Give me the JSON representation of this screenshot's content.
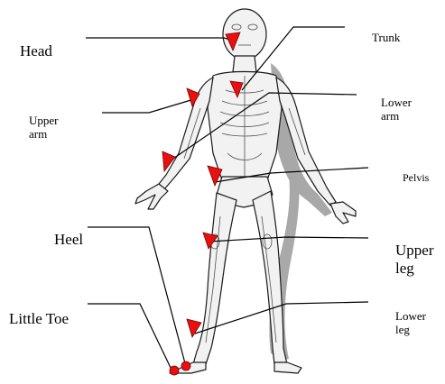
{
  "diagram": {
    "labels": {
      "head": "Head",
      "trunk": "Trunk",
      "upper_arm_1": "Upper",
      "upper_arm_2": "arm",
      "lower_arm_1": "Lower",
      "lower_arm_2": "arm",
      "pelvis": "Pelvis",
      "heel": "Heel",
      "upper_leg_1": "Upper",
      "upper_leg_2": "leg",
      "little_toe": "Little Toe",
      "lower_leg_1": "Lower",
      "lower_leg_2": "leg"
    },
    "colors": {
      "marker": "#e81010",
      "marker_outline": "#7a0000",
      "line": "#000000",
      "body_fill": "#f2f2f2",
      "body_outline": "#1a1a1a",
      "shadow": "#9a9a9a"
    }
  }
}
